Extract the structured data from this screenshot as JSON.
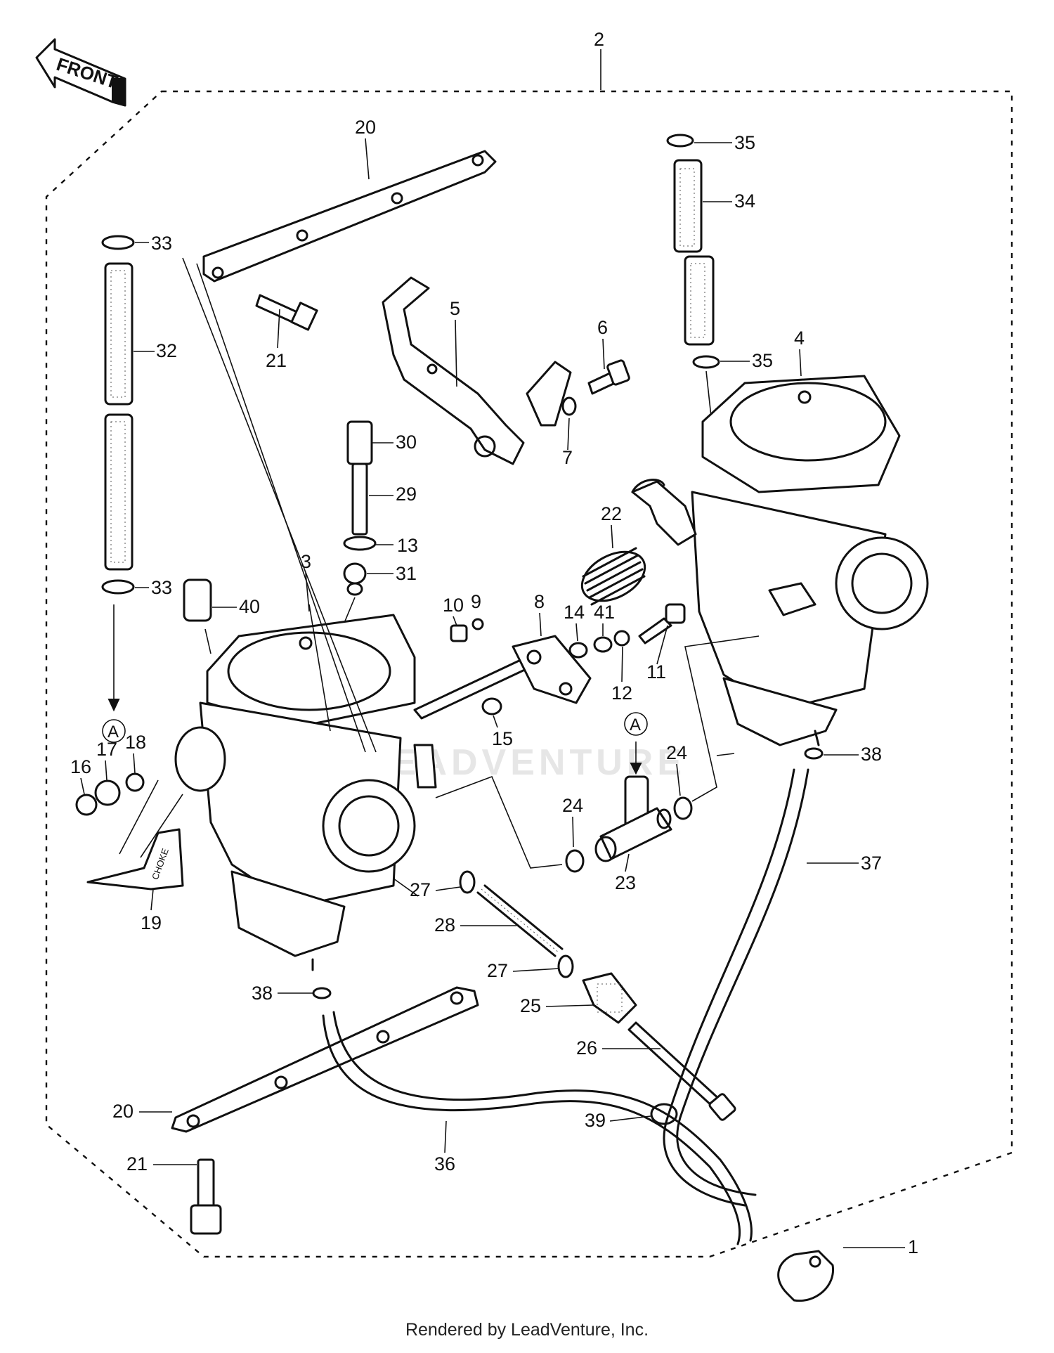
{
  "diagram": {
    "front_label": "FRONT",
    "choke_label": "CHOKE",
    "connector_letter": "A",
    "callouts": [
      "1",
      "2",
      "3",
      "4",
      "5",
      "6",
      "7",
      "8",
      "9",
      "10",
      "11",
      "12",
      "13",
      "14",
      "15",
      "16",
      "17",
      "18",
      "19",
      "20",
      "20",
      "21",
      "21",
      "22",
      "23",
      "24",
      "24",
      "25",
      "26",
      "27",
      "27",
      "28",
      "29",
      "30",
      "31",
      "32",
      "33",
      "33",
      "34",
      "35",
      "35",
      "36",
      "37",
      "38",
      "38",
      "39",
      "40",
      "41"
    ]
  },
  "watermark": "LEADVENTURE",
  "footer": "Rendered by LeadVenture, Inc."
}
